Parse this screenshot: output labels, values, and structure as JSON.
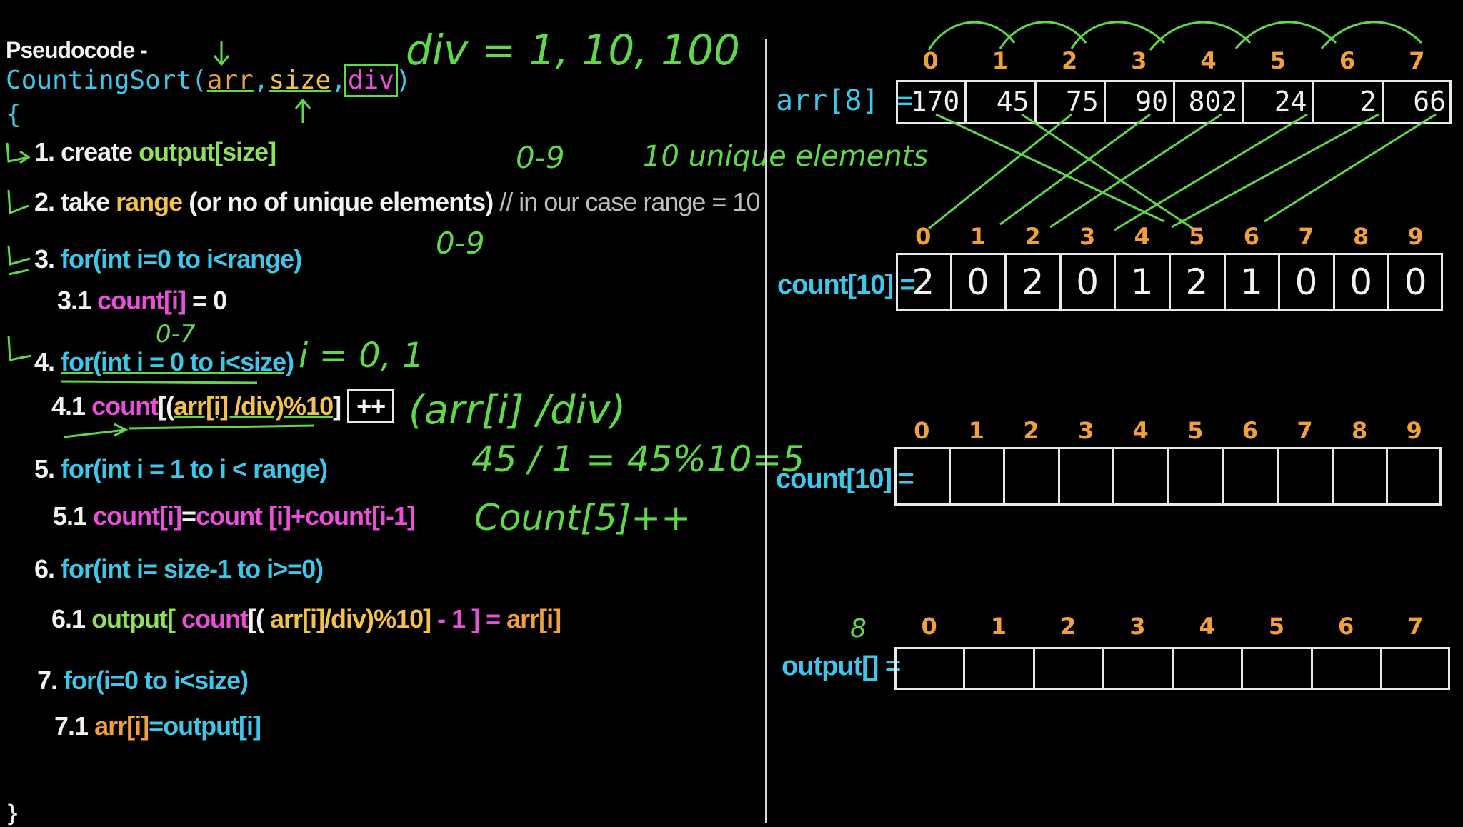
{
  "pseudocode": {
    "heading": "Pseudocode -",
    "signature_fn": "CountingSort(",
    "sig_arr": "arr",
    "sig_comma1": ",",
    "sig_size": "size",
    "sig_comma2": ",",
    "sig_div": "div",
    "sig_close": ")",
    "brace": "{",
    "lines": [
      {
        "num": "1.",
        "parts": [
          "create",
          "output[size]"
        ]
      },
      {
        "num": "2.",
        "parts": [
          "take",
          "range",
          "(or no of unique elements)",
          "// in our case range = 10"
        ]
      },
      {
        "num": "3.",
        "parts": [
          "for(int i=0 to i<range)"
        ]
      },
      {
        "num": "3.1",
        "parts": [
          "count[i]",
          "= 0"
        ]
      },
      {
        "num": "4.",
        "parts": [
          "for(int i = 0 to i<size)"
        ]
      },
      {
        "num": "4.1",
        "parts": [
          "count",
          "[(",
          "arr[i] /div)%10",
          "]",
          "++"
        ]
      },
      {
        "num": "5.",
        "parts": [
          "for(int i = 1 to i < range)"
        ]
      },
      {
        "num": "5.1",
        "parts": [
          "count[i]",
          "=",
          "count [i]+count[i-1]"
        ]
      },
      {
        "num": "6.",
        "parts": [
          "for(int i= size-1 to i>=0)"
        ]
      },
      {
        "num": "6.1",
        "parts": [
          "output[",
          "count",
          "[(",
          "arr[i]",
          "/div)%10]",
          "- 1 ] =",
          "arr[i]"
        ]
      },
      {
        "num": "7.",
        "parts": [
          "for(i=0 to i<size)"
        ]
      },
      {
        "num": "7.1",
        "parts": [
          "arr[i]",
          "=output[i]"
        ]
      }
    ],
    "closing_brace": "}"
  },
  "annotations": {
    "div_values": "div = 1, 10, 100",
    "range_digits": "0-9",
    "unique_note": "10 unique elements",
    "range_digits2": "0-9",
    "loop_range": "0-7",
    "i_values": "i = 0, 1",
    "arr_over_div": "(arr[i] /div)",
    "example_calc": "45 / 1 = 45%10=5",
    "count_increment": "Count[5]++",
    "output_size": "8"
  },
  "arrays": {
    "arr": {
      "label": "arr[8] =",
      "indices": [
        "0",
        "1",
        "2",
        "3",
        "4",
        "5",
        "6",
        "7"
      ],
      "values": [
        "170",
        "45",
        "75",
        "90",
        "802",
        "24",
        "2",
        "66"
      ]
    },
    "count_filled": {
      "label": "count[10] =",
      "indices": [
        "0",
        "1",
        "2",
        "3",
        "4",
        "5",
        "6",
        "7",
        "8",
        "9"
      ],
      "values": [
        "2",
        "0",
        "2",
        "0",
        "1",
        "2",
        "1",
        "0",
        "0",
        "0"
      ]
    },
    "count_empty": {
      "label": "count[10] =",
      "indices": [
        "0",
        "1",
        "2",
        "3",
        "4",
        "5",
        "6",
        "7",
        "8",
        "9"
      ],
      "values": [
        "",
        "",
        "",
        "",
        "",
        "",
        "",
        "",
        "",
        ""
      ]
    },
    "output": {
      "label": "output[] =",
      "indices": [
        "0",
        "1",
        "2",
        "3",
        "4",
        "5",
        "6",
        "7"
      ],
      "values": [
        "",
        "",
        "",
        "",
        "",
        "",
        "",
        ""
      ]
    }
  },
  "colors": {
    "background": "#000000",
    "code_cyan": "#3ec7e8",
    "code_green": "#8fe05a",
    "code_yellow": "#f2c14e",
    "code_pink": "#e94fd8",
    "index_orange": "#f2a03d",
    "handwriting_green": "#5fd94a"
  }
}
